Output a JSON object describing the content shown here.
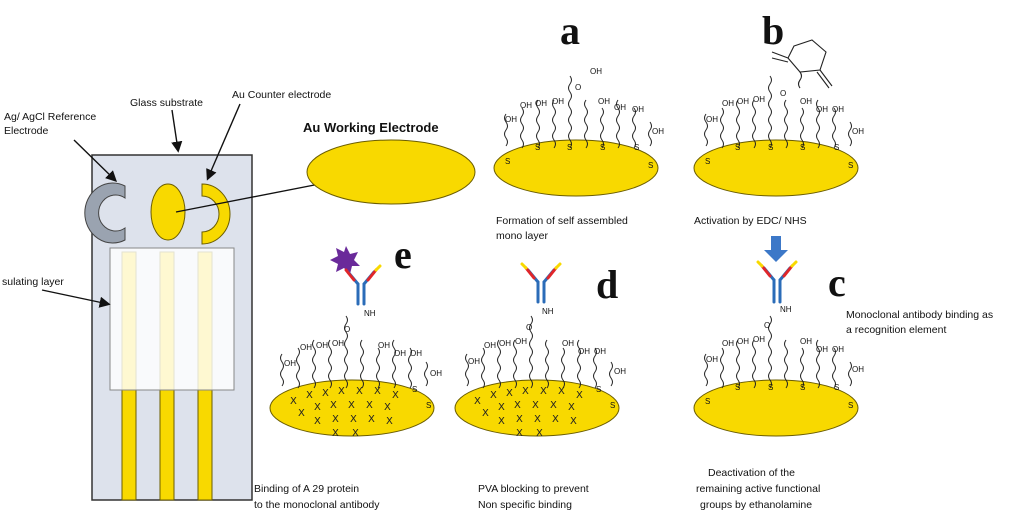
{
  "electrode": {
    "ref_label_1": "Ag/ AgCl Reference",
    "ref_label_2": "Electrode",
    "glass_label": "Glass substrate",
    "counter_label": "Au Counter electrode",
    "insulating_label": "sulating layer",
    "working_label": "Au Working Electrode"
  },
  "steps": {
    "a": {
      "letter": "a",
      "caption_1": "Formation of self assembled",
      "caption_2": "mono layer"
    },
    "b": {
      "letter": "b",
      "caption_1": "Activation by EDC/ NHS"
    },
    "c": {
      "letter": "c",
      "caption_1": "Monoclonal antibody binding as",
      "caption_2": "a recognition element",
      "caption_bottom_1": "Deactivation of the",
      "caption_bottom_2": "remaining active functional",
      "caption_bottom_3": "groups by ethanolamine"
    },
    "d": {
      "letter": "d",
      "caption_1": "PVA blocking to prevent",
      "caption_2": "Non specific binding"
    },
    "e": {
      "letter": "e",
      "caption_1": "Binding of A 29 protein",
      "caption_2": "to the monoclonal antibody"
    }
  },
  "chem": {
    "oh": "OH",
    "nh": "NH",
    "o": "O",
    "s": "S",
    "x": "X"
  },
  "colors": {
    "gold": "#f8d900",
    "antibody_blue": "#2b6cb8",
    "antibody_red": "#e0262a",
    "arrow_blue": "#3c78c8",
    "protein_purple": "#6a2a9a"
  }
}
